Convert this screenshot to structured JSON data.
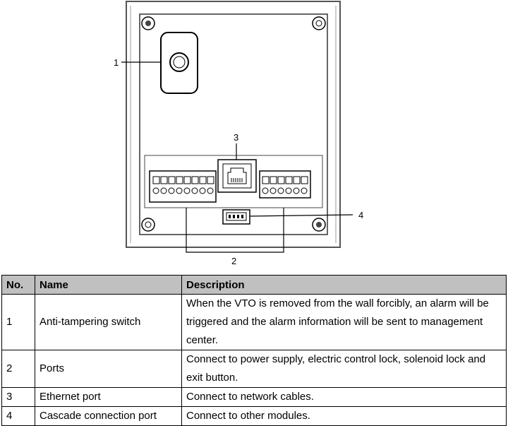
{
  "figure": {
    "callouts": [
      "1",
      "2",
      "3",
      "4"
    ]
  },
  "table": {
    "headers": {
      "no": "No.",
      "name": "Name",
      "description": "Description"
    },
    "rows": [
      {
        "no": "1",
        "name": "Anti-tampering switch",
        "description": "When the VTO is removed from the wall forcibly, an alarm will be triggered and the alarm information will be sent to management center."
      },
      {
        "no": "2",
        "name": "Ports",
        "description": "Connect to power supply, electric control lock, solenoid lock and exit button."
      },
      {
        "no": "3",
        "name": "Ethernet port",
        "description": "Connect to network cables."
      },
      {
        "no": "4",
        "name": "Cascade connection port",
        "description": "Connect to other modules."
      }
    ]
  }
}
